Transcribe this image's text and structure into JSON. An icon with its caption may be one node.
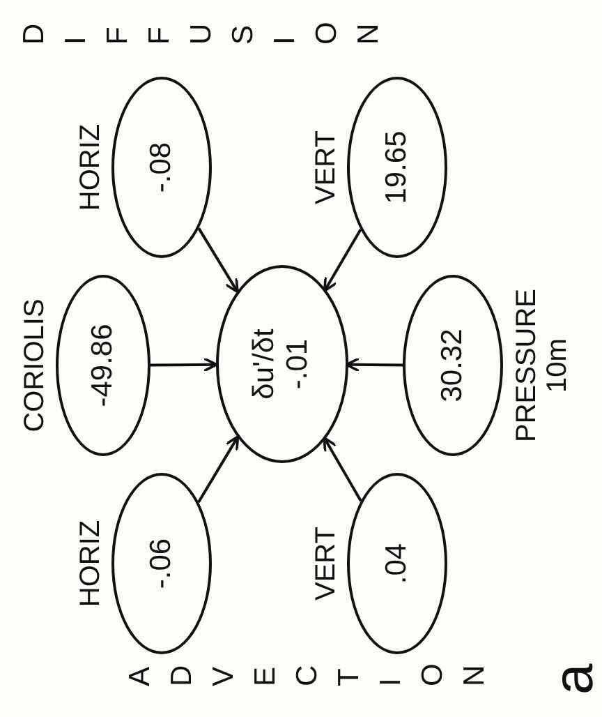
{
  "diagram": {
    "nodes": [
      {
        "text": [
          "-.06"
        ],
        "beside": [
          "HORIZ"
        ]
      },
      {
        "text": [
          "-49.86"
        ],
        "beside": [
          "CORIOLIS"
        ]
      },
      {
        "text": [
          "-.08"
        ],
        "beside": [
          "HORIZ"
        ]
      },
      {
        "text": [
          "δu'/δt",
          "-.01"
        ]
      },
      {
        "text": [
          ".04"
        ],
        "beside": [
          "VERT"
        ]
      },
      {
        "text": [
          "19.65"
        ],
        "beside": [
          "VERT"
        ]
      },
      {
        "text": [
          "30.32"
        ],
        "beside": [
          "PRESSURE",
          "10m"
        ]
      }
    ],
    "edges": [
      {
        "from": 0,
        "to": 3,
        "arrow": "to"
      },
      {
        "from": 1,
        "to": 3,
        "arrow": "to"
      },
      {
        "from": 2,
        "to": 3,
        "arrow": "to"
      },
      {
        "from": 4,
        "to": 3,
        "arrow": "to"
      },
      {
        "from": 5,
        "to": 3,
        "arrow": "to"
      },
      {
        "from": 6,
        "to": 3,
        "arrow": "to"
      }
    ],
    "labels": [
      "ADVECTION",
      "DIFFUSION",
      "a"
    ]
  }
}
